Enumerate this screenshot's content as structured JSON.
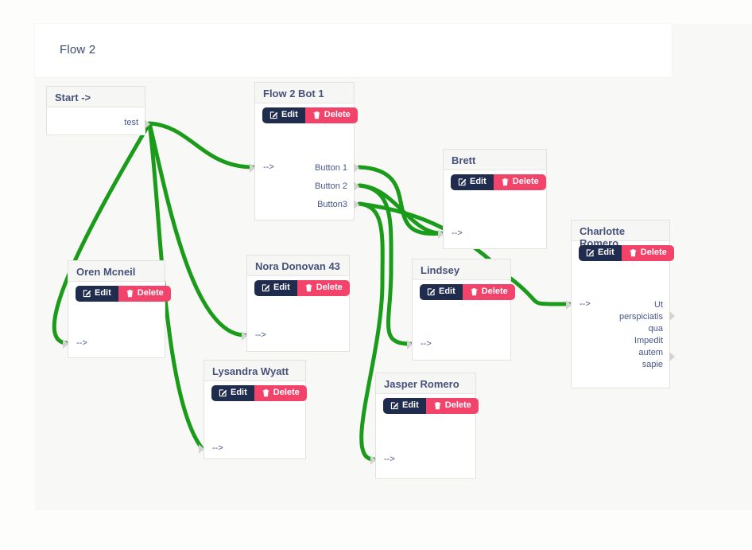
{
  "header": {
    "title": "Flow 2"
  },
  "colors": {
    "connection_green": "#1a9c1a",
    "edit_bg": "#202c4e",
    "delete_bg": "#f2436a",
    "text_navy": "#41507a"
  },
  "buttons": {
    "edit": "Edit",
    "delete": "Delete"
  },
  "nodes": {
    "start": {
      "title": "Start ->",
      "output": "test"
    },
    "flow2bot1": {
      "title": "Flow 2 Bot 1",
      "input": "-->",
      "outputs": [
        "Button 1",
        "Button 2",
        "Button3"
      ]
    },
    "brett": {
      "title": "Brett",
      "input": "-->"
    },
    "charlotte": {
      "title": "Charlotte Romero",
      "input": "-->",
      "outputs": [
        "Ut\nperspiciatis\nqua",
        "Impedit\nautem\nsapie"
      ]
    },
    "oren": {
      "title": "Oren Mcneil",
      "input": "-->"
    },
    "nora": {
      "title": "Nora Donovan 43",
      "input": "-->"
    },
    "lysandra": {
      "title": "Lysandra Wyatt",
      "input": "-->"
    },
    "lindsey": {
      "title": "Lindsey",
      "input": "-->"
    },
    "jasper": {
      "title": "Jasper Romero",
      "input": "-->"
    }
  },
  "connections": [
    {
      "from": "start.test",
      "to": "flow2bot1.input"
    },
    {
      "from": "start.test",
      "to": "oren.input"
    },
    {
      "from": "start.test",
      "to": "nora.input"
    },
    {
      "from": "start.test",
      "to": "lysandra.input"
    },
    {
      "from": "flow2bot1.Button 1",
      "to": "brett.input"
    },
    {
      "from": "flow2bot1.Button 2",
      "to": "brett.input"
    },
    {
      "from": "flow2bot1.Button 2",
      "to": "lindsey.input"
    },
    {
      "from": "flow2bot1.Button3",
      "to": "jasper.input"
    },
    {
      "from": "flow2bot1.Button3",
      "to": "charlotte.input"
    }
  ]
}
